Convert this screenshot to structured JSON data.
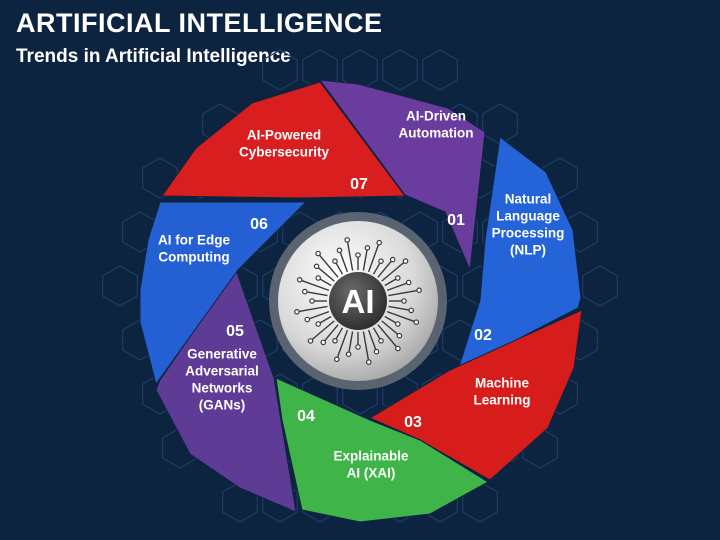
{
  "header": {
    "title": "ARTIFICIAL INTELLIGENCE",
    "subtitle": "Trends in Artificial Intelligence"
  },
  "center": {
    "label": "AI",
    "icon": "ai-chip-icon"
  },
  "segments": [
    {
      "number": "01",
      "lines": [
        "AI-Driven",
        "Automation"
      ],
      "color": "#6a3c9e"
    },
    {
      "number": "02",
      "lines": [
        "Natural",
        "Language",
        "Processing",
        "(NLP)"
      ],
      "color": "#2463d8"
    },
    {
      "number": "03",
      "lines": [
        "Machine",
        "Learning"
      ],
      "color": "#d71c1c"
    },
    {
      "number": "04",
      "lines": [
        "Explainable",
        "AI (XAI)"
      ],
      "color": "#3fb449"
    },
    {
      "number": "05",
      "lines": [
        "Generative",
        "Adversarial",
        "Networks",
        "(GANs)"
      ],
      "color": "#5e3c96"
    },
    {
      "number": "06",
      "lines": [
        "AI for Edge",
        "Computing"
      ],
      "color": "#2460d4"
    },
    {
      "number": "07",
      "lines": [
        "AI-Powered",
        "Cybersecurity"
      ],
      "color": "#d81e1e"
    }
  ]
}
